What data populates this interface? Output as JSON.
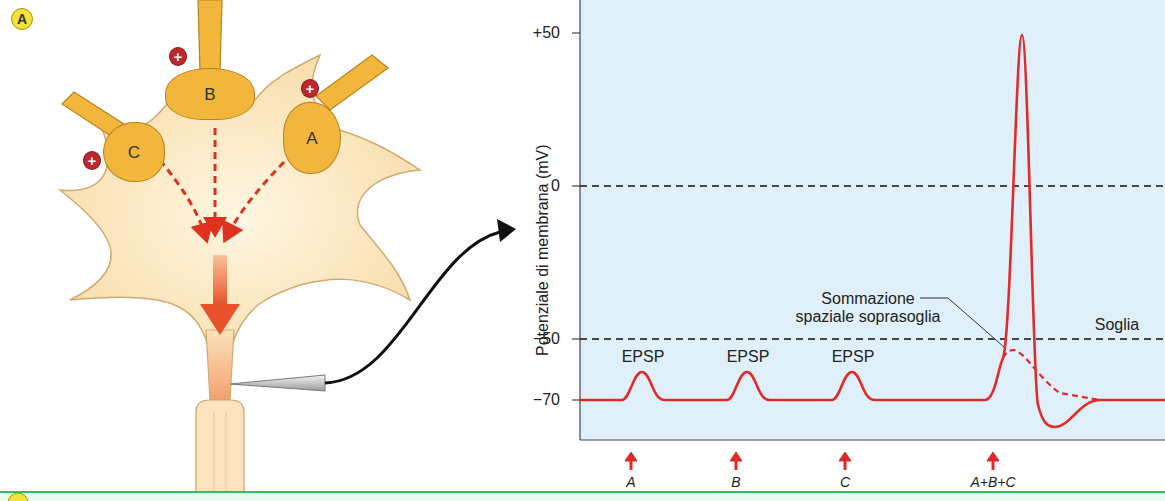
{
  "diagram": {
    "nodes": [
      {
        "text": [
          "A"
        ]
      },
      {
        "text": [
          "+"
        ]
      },
      {
        "text": [
          "B"
        ]
      },
      {
        "text": [
          "+"
        ]
      },
      {
        "text": [
          "A"
        ]
      },
      {
        "text": [
          "+"
        ]
      },
      {
        "text": [
          "C"
        ]
      }
    ],
    "labels": [
      "+50",
      "0",
      "−50",
      "−70",
      "Potenziale di membrana (mV)",
      "EPSP",
      "EPSP",
      "EPSP",
      "Sommazione spaziale soprasoglia",
      "Soglia",
      "A",
      "B",
      "C",
      "A+B+C"
    ]
  }
}
